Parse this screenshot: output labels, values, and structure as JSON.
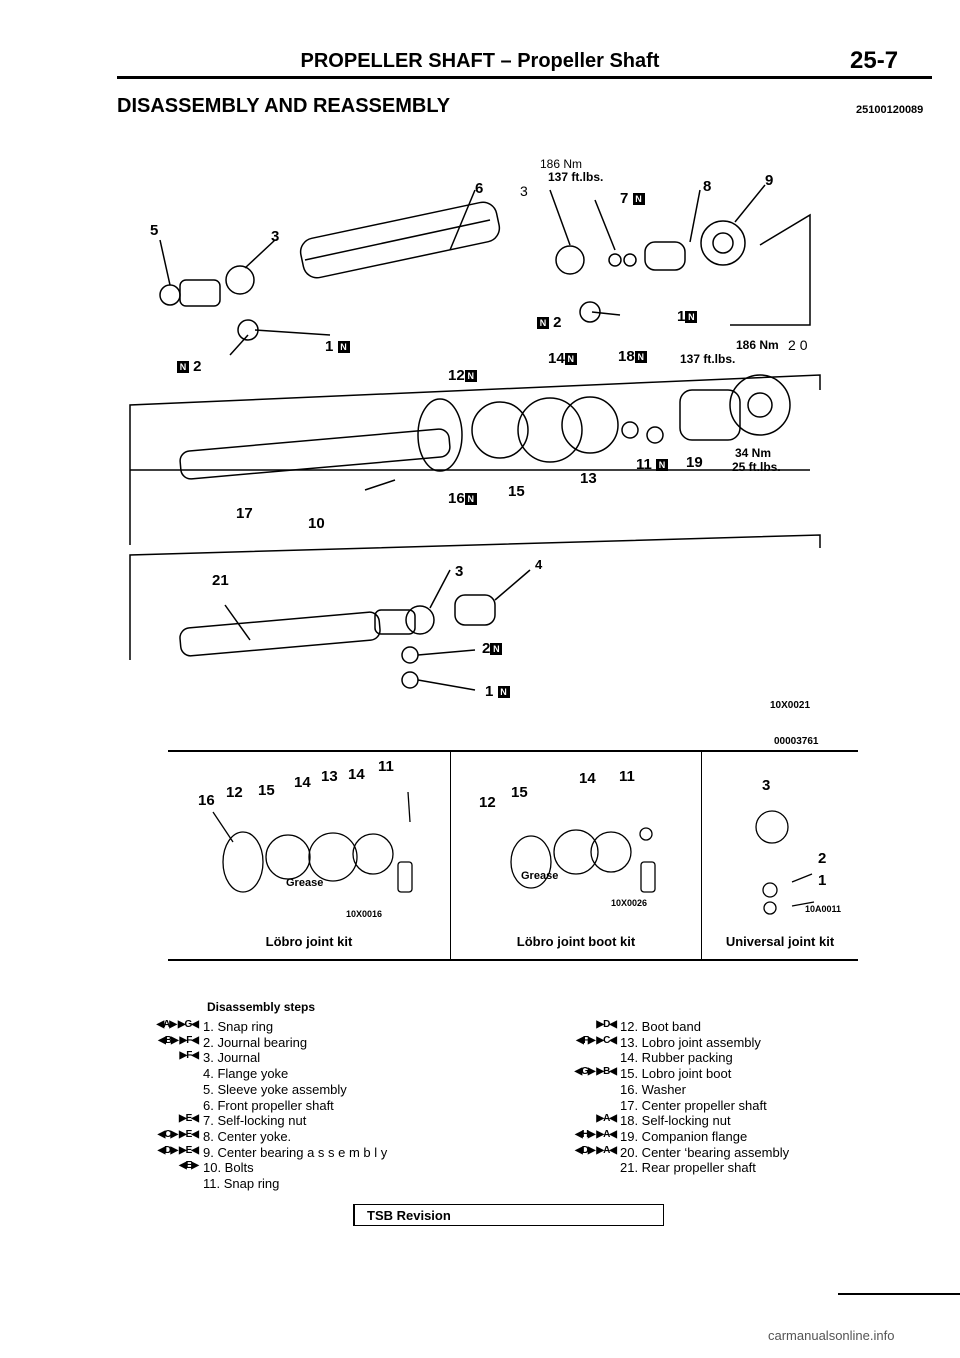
{
  "header": {
    "title": "PROPELLER SHAFT – Propeller Shaft",
    "page": "25-7"
  },
  "section": {
    "title": "DISASSEMBLY AND REASSEMBLY",
    "doc_id": "25100120089"
  },
  "diagram": {
    "torque_top_nm": "186 Nm",
    "torque_top_ftlb": "137 ft.lbs.",
    "torque_mid_nm": "186 Nm",
    "torque_mid_ftlb": "137 ft.lbs.",
    "torque_small_nm": "34 Nm",
    "torque_small_ftlb": "25 ft.lbs.",
    "code_main": "10X0021",
    "code_table": "00003761",
    "labels_top": [
      "6",
      "3",
      "7",
      "8",
      "9",
      "5",
      "3",
      "2",
      "1",
      "1",
      "2"
    ],
    "labels_mid": [
      "20",
      "14",
      "18",
      "12",
      "11",
      "19",
      "13",
      "15",
      "16",
      "17",
      "10"
    ],
    "labels_bottom": [
      "21",
      "3",
      "4",
      "2",
      "1"
    ],
    "new_mark": "N"
  },
  "kits": [
    {
      "caption": "Löbro joint kit",
      "code": "10X0016",
      "grease": "Grease",
      "labels": [
        "16",
        "12",
        "15",
        "14",
        "13",
        "14",
        "11"
      ]
    },
    {
      "caption": "Löbro joint boot kit",
      "code": "10X0026",
      "grease": "Grease",
      "labels": [
        "12",
        "15",
        "14",
        "11"
      ]
    },
    {
      "caption": "Universal joint kit",
      "code": "10A0011",
      "labels": [
        "3",
        "2",
        "1"
      ]
    }
  ],
  "steps_title": "Disassembly steps",
  "steps_left": [
    {
      "marks": "◀A▶ ▶G◀",
      "text": "1.  Snap  ring"
    },
    {
      "marks": "◀B▶ ▶F◀",
      "text": "2.  Journal  bearing"
    },
    {
      "marks": "▶F◀",
      "text": "3.  Journal"
    },
    {
      "marks": "",
      "text": "4.  Flange  yoke"
    },
    {
      "marks": "",
      "text": "5. Sleeve yoke assembly"
    },
    {
      "marks": "",
      "text": "6. Front propeller shaft"
    },
    {
      "marks": "▶E◀",
      "text": "7. Self-locking  nut"
    },
    {
      "marks": "◀C▶ ▶E◀",
      "text": "8. Center  yoke."
    },
    {
      "marks": "◀D▶ ▶E◀",
      "text": "9. Center bearing a s s e m b l y"
    },
    {
      "marks": "◀E▶",
      "text": "10. Bolts"
    },
    {
      "marks": "",
      "text": "11. Snap ring"
    }
  ],
  "steps_right": [
    {
      "marks": "▶D◀",
      "text": "12. Boot band"
    },
    {
      "marks": "◀F▶ ▶C◀",
      "text": "13.  Lobro  joint  assembly"
    },
    {
      "marks": "",
      "text": "14.  Rubber  packing"
    },
    {
      "marks": "◀G▶ ▶B◀",
      "text": "15.  Lobro  joint  boot"
    },
    {
      "marks": "",
      "text": "16.  Washer"
    },
    {
      "marks": "",
      "text": "17.  Center  propeller  shaft"
    },
    {
      "marks": "▶A◀",
      "text": "18. Self-locking nut"
    },
    {
      "marks": "◀H▶ ▶A◀",
      "text": "19. Companion flange"
    },
    {
      "marks": "◀D▶ ▶A◀",
      "text": "20. Center ‘bearing assembly"
    },
    {
      "marks": "",
      "text": "21. Rear propeller shaft"
    }
  ],
  "tsb": "TSB  Revision",
  "watermark": "carmanualsonline.info"
}
